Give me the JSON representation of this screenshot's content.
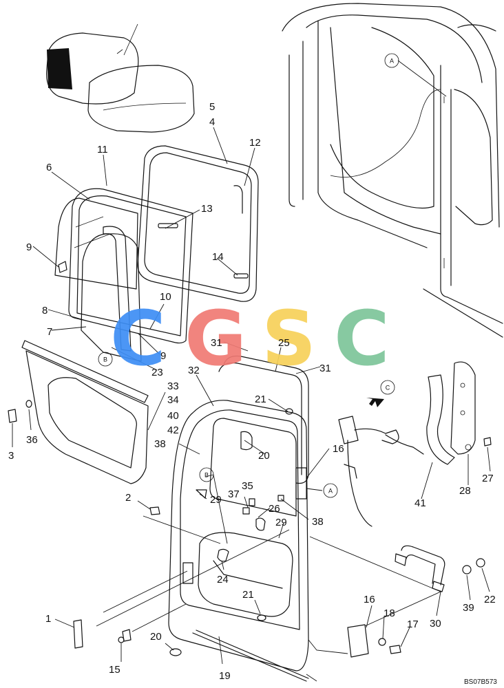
{
  "diagram_code": "BS07B573",
  "watermark": {
    "letters": [
      "C",
      "G",
      "S",
      "C"
    ],
    "colors": [
      "#3d8ef5",
      "#f07a74",
      "#f7d15a",
      "#7dc59a"
    ]
  },
  "callouts": {
    "a_top": "A",
    "a_side": "A",
    "b_panel": "B",
    "b_door": "B",
    "c_view": "C"
  },
  "parts": {
    "p1": "1",
    "p2": "2",
    "p3": "3",
    "p4": "4",
    "p5": "5",
    "p6": "6",
    "p7": "7",
    "p8": "8",
    "p9a": "9",
    "p9b": "9",
    "p10": "10",
    "p11": "11",
    "p12": "12",
    "p13": "13",
    "p14": "14",
    "p15": "15",
    "p16a": "16",
    "p16b": "16",
    "p17": "17",
    "p18": "18",
    "p19": "19",
    "p20a": "20",
    "p20b": "20",
    "p21a": "21",
    "p21b": "21",
    "p22": "22",
    "p23": "23",
    "p24": "24",
    "p25": "25",
    "p26": "26",
    "p27": "27",
    "p28": "28",
    "p29a": "29",
    "p29b": "29",
    "p30": "30",
    "p31a": "31",
    "p31b": "31",
    "p32": "32",
    "p33": "33",
    "p34": "34",
    "p35": "35",
    "p36": "36",
    "p37": "37",
    "p38a": "38",
    "p38b": "38",
    "p39": "39",
    "p40": "40",
    "p41": "41",
    "p42": "42"
  }
}
